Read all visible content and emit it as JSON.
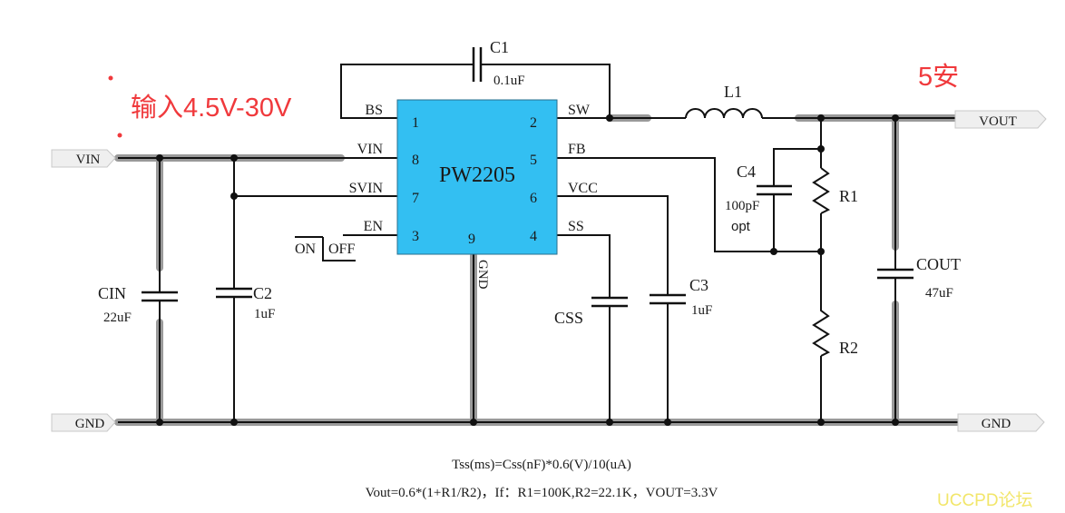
{
  "annotations": {
    "input_range": "输入4.5V-30V",
    "output_current": "5安"
  },
  "ic": {
    "name": "PW2205",
    "color": "#33bff2",
    "pins": {
      "p1": {
        "number": "1",
        "name": "BS"
      },
      "p2": {
        "number": "2",
        "name": "SW"
      },
      "p8": {
        "number": "8",
        "name": "VIN"
      },
      "p5": {
        "number": "5",
        "name": "FB"
      },
      "p7": {
        "number": "7",
        "name": "SVIN"
      },
      "p6": {
        "number": "6",
        "name": "VCC"
      },
      "p3": {
        "number": "3",
        "name": "EN"
      },
      "p4": {
        "number": "4",
        "name": "SS"
      },
      "p9": {
        "number": "9",
        "name": "GND"
      }
    }
  },
  "ports": {
    "vin": "VIN",
    "vout": "VOUT",
    "gnd_left": "GND",
    "gnd_right": "GND"
  },
  "switch": {
    "on": "ON",
    "off": "OFF"
  },
  "components": {
    "c1": {
      "ref": "C1",
      "value": "0.1uF"
    },
    "l1": {
      "ref": "L1"
    },
    "c4": {
      "ref": "C4",
      "value": "100pF",
      "note": "opt"
    },
    "r1": {
      "ref": "R1"
    },
    "r2": {
      "ref": "R2"
    },
    "cout": {
      "ref": "COUT",
      "value": "47uF"
    },
    "cin": {
      "ref": "CIN",
      "value": "22uF"
    },
    "c2": {
      "ref": "C2",
      "value": "1uF"
    },
    "css": {
      "ref": "CSS"
    },
    "c3": {
      "ref": "C3",
      "value": "1uF"
    }
  },
  "formulas": {
    "soft_start": "Tss(ms)=Css(nF)*0.6(V)/10(uA)",
    "vout": "Vout=0.6*(1+R1/R2)，If：R1=100K,R2=22.1K，VOUT=3.3V"
  },
  "watermark": "UCCPD论坛"
}
